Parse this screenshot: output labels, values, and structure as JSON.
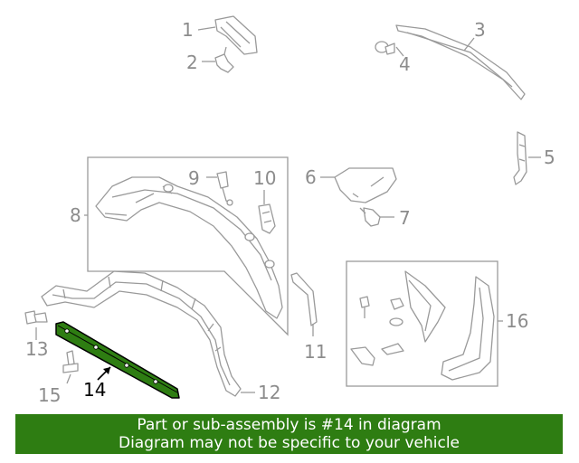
{
  "callouts": [
    "1",
    "2",
    "3",
    "4",
    "5",
    "6",
    "7",
    "8",
    "9",
    "10",
    "11",
    "12",
    "13",
    "14",
    "15",
    "16"
  ],
  "highlight_part": "14",
  "highlight_color": "#2e7d12",
  "banner": {
    "line1": "Part or sub-assembly is #14 in diagram",
    "line2": "Diagram may not be specific to your vehicle",
    "background": "#2e7d12"
  }
}
